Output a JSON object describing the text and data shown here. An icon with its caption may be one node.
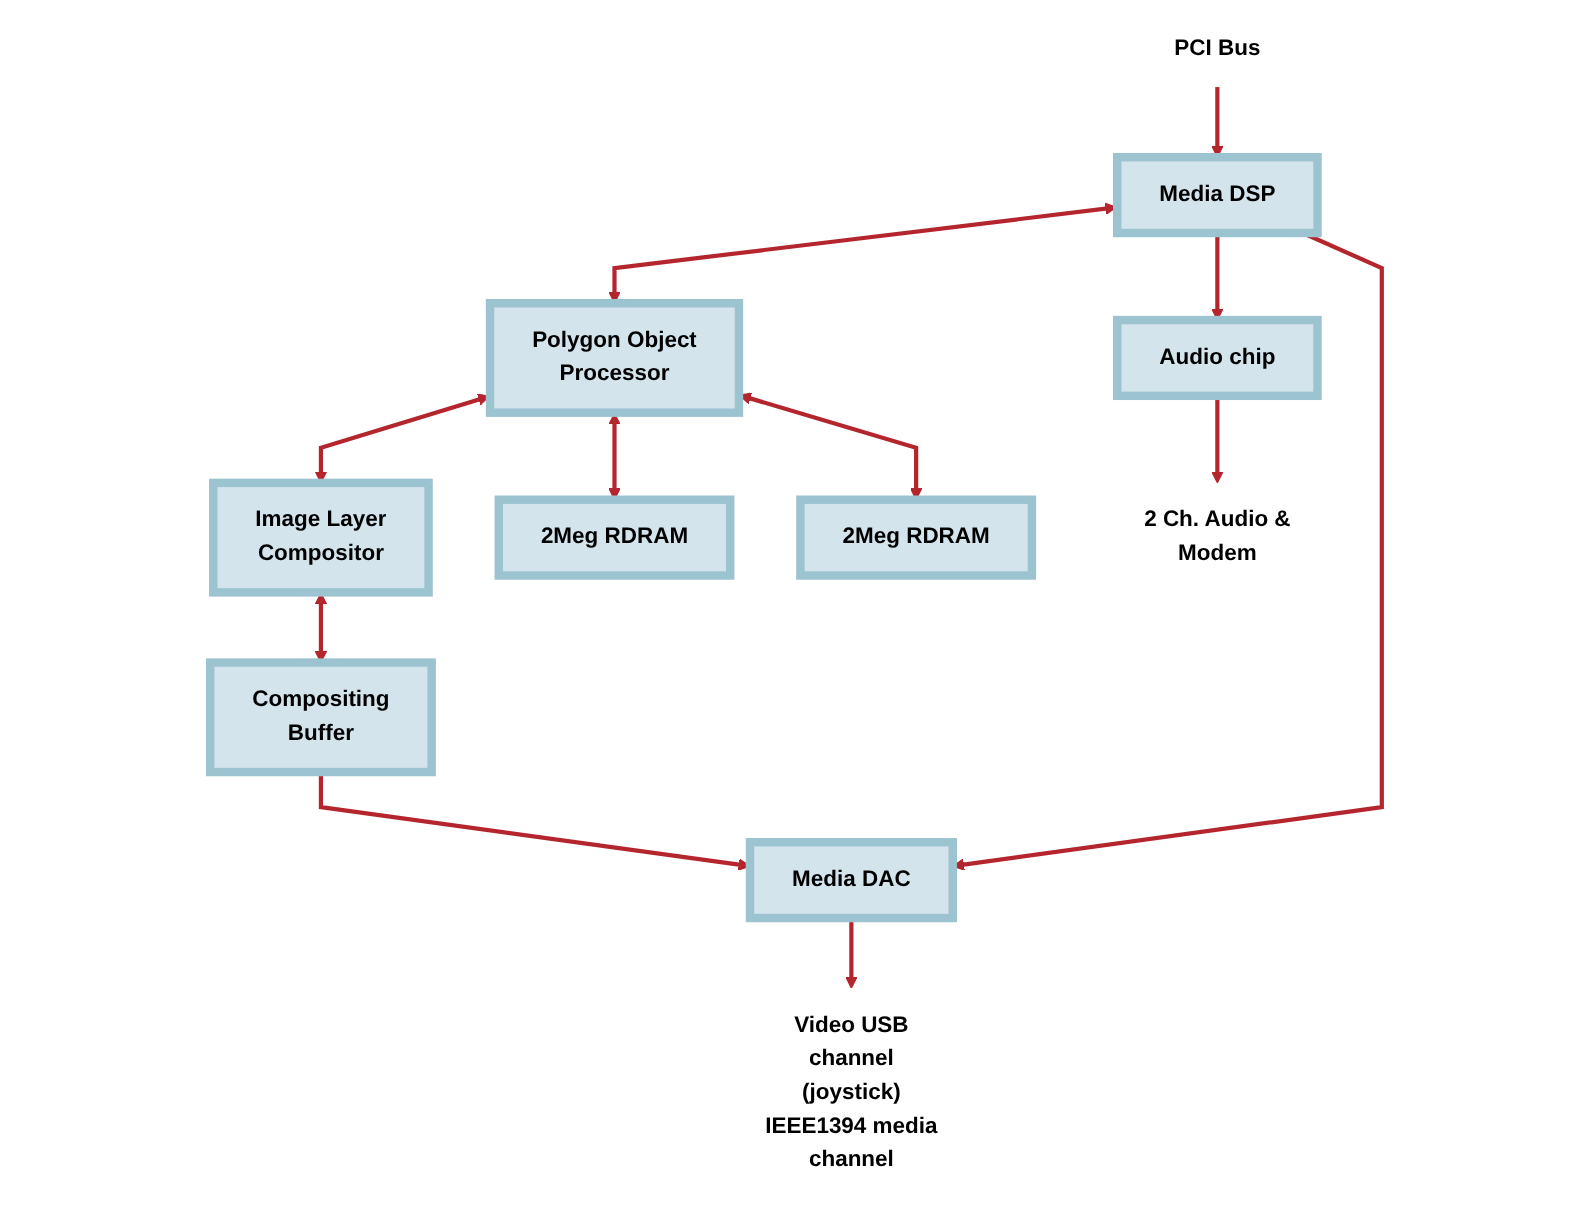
{
  "diagram": {
    "nodes": [
      {
        "text": [
          "PCI Bus"
        ]
      },
      {
        "text": [
          "Media DSP"
        ]
      },
      {
        "text": [
          "Polygon Object Processor"
        ]
      },
      {
        "text": [
          "Image Layer Compositor"
        ]
      },
      {
        "text": [
          "2Meg RDRAM"
        ]
      },
      {
        "text": [
          "2Meg RDRAM"
        ]
      },
      {
        "text": [
          "Audio chip"
        ]
      },
      {
        "text": [
          "Media DAC"
        ]
      },
      {
        "text": [
          "Compositing Buffer"
        ]
      },
      {
        "text": [
          "2 Ch. Audio & Modem"
        ]
      },
      {
        "text": [
          "Video USB channel (joystick) IEEE1394 media channel"
        ]
      }
    ],
    "edges": [
      {
        "from": 0,
        "to": 1,
        "arrow": "to"
      },
      {
        "from": 1,
        "to": 2,
        "arrow": "both"
      },
      {
        "from": 2,
        "to": 3,
        "arrow": "both"
      },
      {
        "from": 2,
        "to": 4,
        "arrow": "both"
      },
      {
        "from": 2,
        "to": 5,
        "arrow": "both"
      },
      {
        "from": 3,
        "to": 8,
        "arrow": "both"
      },
      {
        "from": 1,
        "to": 6,
        "arrow": "to"
      },
      {
        "from": 1,
        "to": 7,
        "arrow": "to"
      },
      {
        "from": 8,
        "to": 7,
        "arrow": "to"
      },
      {
        "from": 6,
        "to": 9,
        "arrow": "to"
      },
      {
        "from": 7,
        "to": 10,
        "arrow": "to"
      }
    ]
  }
}
